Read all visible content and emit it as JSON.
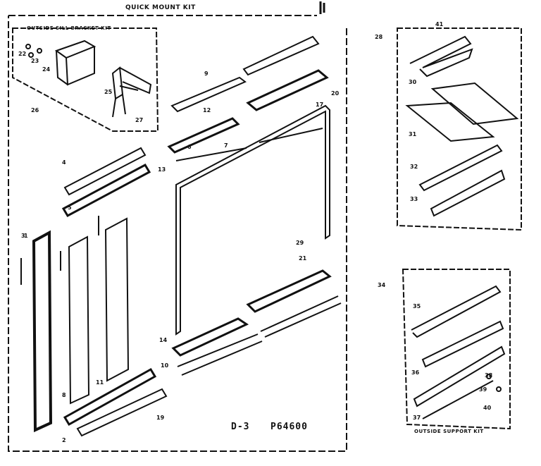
{
  "titles": {
    "quick_mount_kit": "QUICK MOUNT KIT",
    "outside_sill_bracket_kit": "OUTSIDE SILL BRACKET KIT",
    "outside_support_kit": "OUTSIDE SUPPORT KIT"
  },
  "diagram_code": {
    "left": "D-3",
    "right": "P64600"
  },
  "callouts": {
    "c1": "1",
    "c2": "2",
    "c3": "3",
    "c4": "4",
    "c5": "5",
    "c6": "6",
    "c7": "7",
    "c8": "8",
    "c9": "9",
    "c10": "10",
    "c11": "11",
    "c12": "12",
    "c13": "13",
    "c14": "14",
    "c17": "17",
    "c19": "19",
    "c20": "20",
    "c21": "21",
    "c22": "22",
    "c23": "23",
    "c24": "24",
    "c25": "25",
    "c26": "26",
    "c27": "27",
    "c28": "28",
    "c29": "29",
    "c30": "30",
    "c31": "31",
    "c32": "32",
    "c33": "33",
    "c34": "34",
    "c35": "35",
    "c36": "36",
    "c37": "37",
    "c38": "38",
    "c39": "39",
    "c40": "40",
    "c41": "41"
  }
}
